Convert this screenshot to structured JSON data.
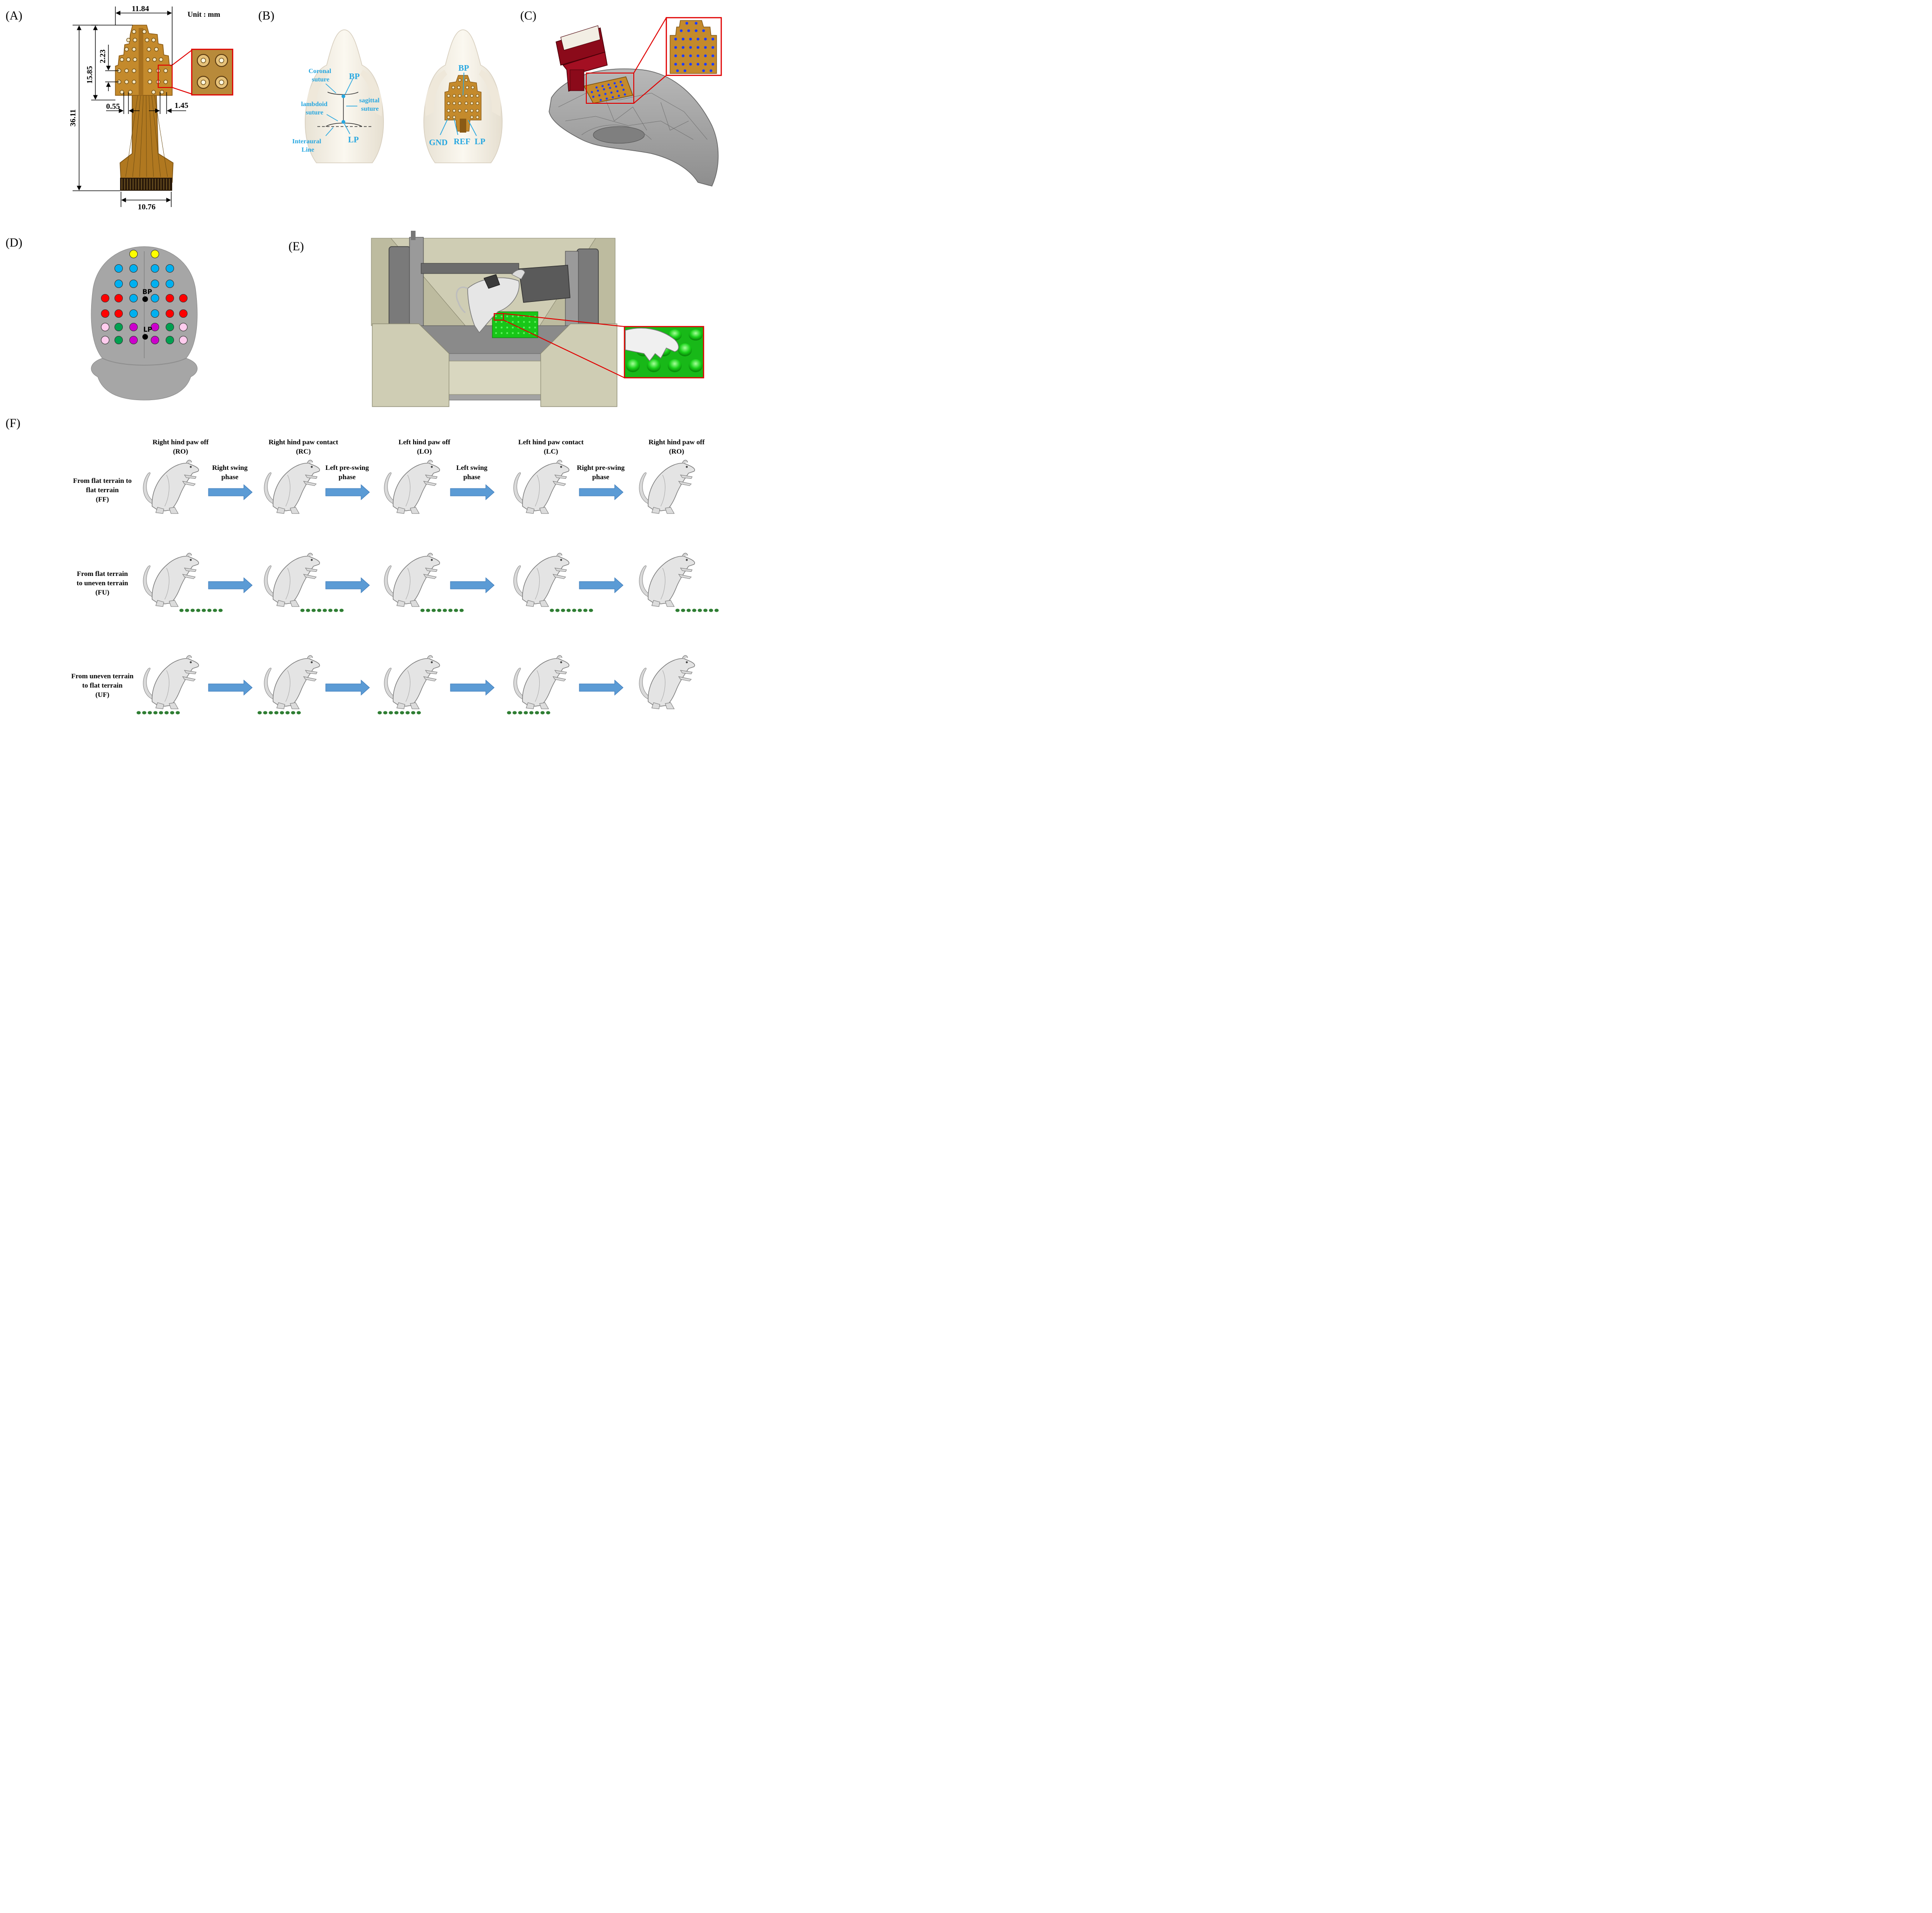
{
  "panels": {
    "a": {
      "letter": "(A)",
      "unit": "Unit : mm",
      "dims": [
        "11.84",
        "36.11",
        "15.85",
        "2.23",
        "0.55",
        "1.45",
        "10.76"
      ]
    },
    "b": {
      "letter": "(B)",
      "left_labels": [
        "Coronal",
        "suture",
        "BP",
        "sagittal",
        "suture",
        "lambdoid",
        "suture",
        "Interaural",
        "Line",
        "LP"
      ],
      "right_labels": [
        "BP",
        "GND",
        "REF",
        "LP"
      ]
    },
    "c": {
      "letter": "(C)"
    },
    "d": {
      "letter": "(D)",
      "landmarks": [
        "BP",
        "LP"
      ],
      "colors": {
        "yellow": "#ffff00",
        "blue": "#00b0f0",
        "red": "#ff0000",
        "pink": "#ffccee",
        "green": "#00a050",
        "magenta": "#cc00cc"
      }
    },
    "e": {
      "letter": "(E)"
    },
    "f": {
      "letter": "(F)",
      "events": [
        {
          "name": "Right hind paw off",
          "code": "(RO)"
        },
        {
          "name": "Right hind paw contact",
          "code": "(RC)"
        },
        {
          "name": "Left hind paw off",
          "code": "(LO)"
        },
        {
          "name": "Left hind paw contact",
          "code": "(LC)"
        },
        {
          "name": "Right hind paw off",
          "code": "(RO)"
        }
      ],
      "phases": [
        [
          "Right swing",
          "phase"
        ],
        [
          "Left pre-swing",
          "phase"
        ],
        [
          "Left swing",
          "phase"
        ],
        [
          "Right pre-swing",
          "phase"
        ]
      ],
      "rows": [
        {
          "lines": [
            "From flat terrain to",
            "flat terrain",
            "(FF)"
          ],
          "ground": [
            false,
            false,
            false,
            false,
            false
          ]
        },
        {
          "lines": [
            "From flat terrain",
            "to uneven terrain",
            "(FU)"
          ],
          "ground": [
            true,
            true,
            true,
            true,
            true
          ]
        },
        {
          "lines": [
            "From uneven terrain",
            "to flat terrain",
            "(UF)"
          ],
          "ground": [
            true,
            true,
            true,
            true,
            false
          ]
        }
      ],
      "colors": {
        "arrow": "#5b9bd5",
        "ground": "#2e7d32"
      }
    }
  }
}
